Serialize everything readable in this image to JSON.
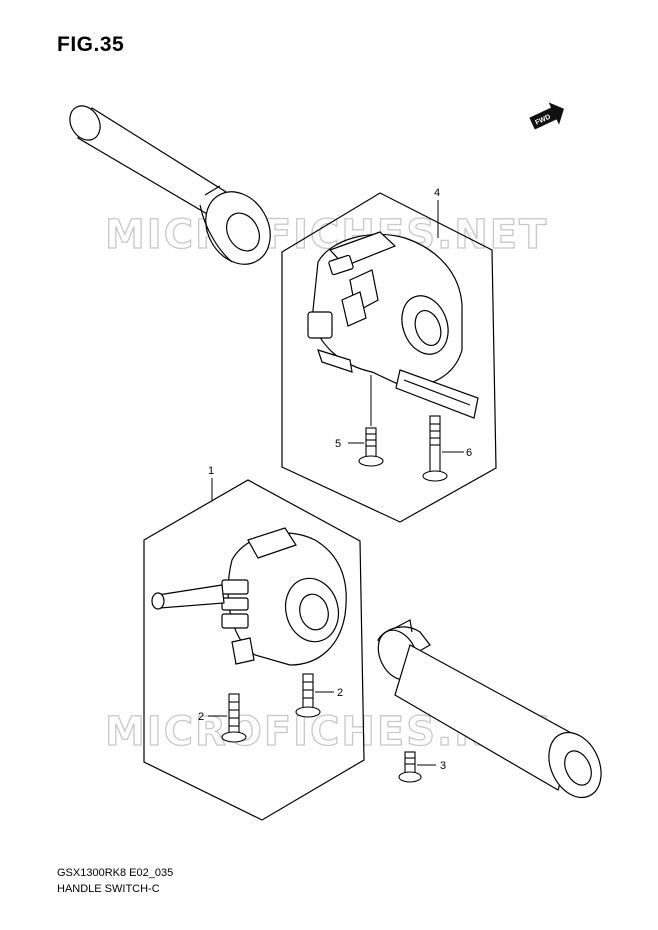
{
  "figure": {
    "title": "FIG.35"
  },
  "watermark": {
    "text": "MICROFICHES.NET"
  },
  "direction_badge": {
    "text": "FWD",
    "icon": "forward-arrow-icon"
  },
  "callouts": [
    {
      "id": "c4",
      "label": "4",
      "part": "right-handlebar-switch-assembly"
    },
    {
      "id": "c5",
      "label": "5",
      "part": "screw-short"
    },
    {
      "id": "c6",
      "label": "6",
      "part": "screw-long"
    },
    {
      "id": "c1",
      "label": "1",
      "part": "left-handlebar-switch-assembly"
    },
    {
      "id": "c2a",
      "label": "2",
      "part": "screw"
    },
    {
      "id": "c2b",
      "label": "2",
      "part": "screw"
    },
    {
      "id": "c3",
      "label": "3",
      "part": "screw"
    }
  ],
  "footer": {
    "model_code": "GSX1300RK8 E02_035",
    "caption": "HANDLE SWITCH-C"
  }
}
